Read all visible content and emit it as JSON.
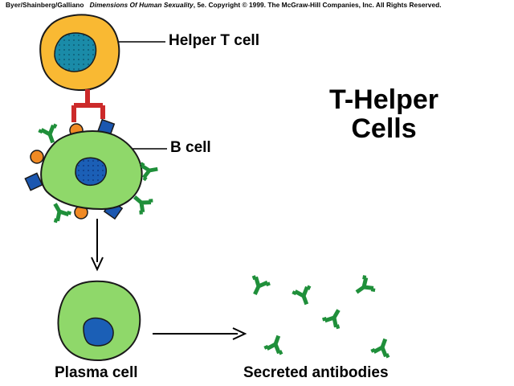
{
  "credit": {
    "authors": "Byer/Shainberg/Galliano",
    "book": "Dimensions Of Human Sexuality",
    "rest": ", 5e. Copyright © 1999. The McGraw-Hill Companies, Inc. All Rights Reserved."
  },
  "title": {
    "line1": "T-Helper",
    "line2": "Cells"
  },
  "labels": {
    "helper_t_cell": "Helper T cell",
    "b_cell": "B cell",
    "plasma_cell": "Plasma cell",
    "secreted_antibodies": "Secreted antibodies"
  },
  "colors": {
    "helper_body": "#f9b933",
    "helper_nucleus": "#1a8ba8",
    "b_cell_body": "#8fd86a",
    "nucleus_blue": "#1b5fb6",
    "receptor_red": "#cc2a2a",
    "antibody_green": "#1f8f3a",
    "antigen_orange": "#f08a24",
    "marker_blue": "#1b57b0"
  }
}
